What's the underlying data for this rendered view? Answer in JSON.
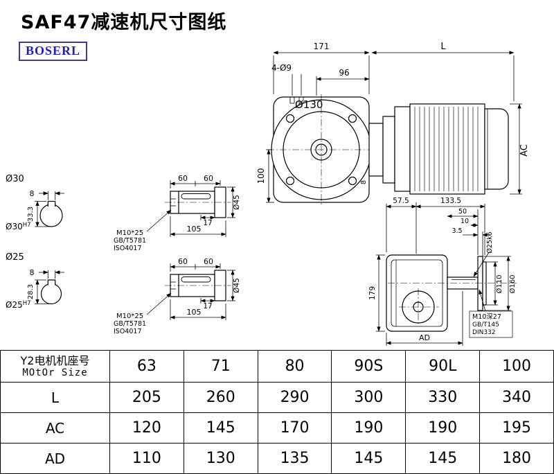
{
  "page": {
    "title": "SAF47减速机尺寸图纸",
    "brand": "BOSERL"
  },
  "front_view": {
    "dim_width_gearbox": "171",
    "dim_motor_length": "L",
    "dim_96": "96",
    "dim_holes": "4-Ø9",
    "dim_flange": "Ø130",
    "dim_height": "100",
    "dim_motor_height": "AC",
    "dim_8": "8"
  },
  "shaft_section_30": {
    "label": "Ø30",
    "key_width": "8",
    "key_height": "33.3",
    "bore": "Ø30",
    "tolerance": "H7"
  },
  "shaft_section_25": {
    "label": "Ø25",
    "key_width": "8",
    "key_height": "28.3",
    "bore": "Ø25",
    "tolerance": "H7"
  },
  "shaft_detail_upper": {
    "dim_60_left": "60",
    "dim_60_right": "60",
    "dim_key": "17",
    "dim_total": "105",
    "dim_dia": "Ø45",
    "screw": "M10*25",
    "screw_std": "GB/T5781",
    "screw_iso": "ISO4017"
  },
  "shaft_detail_lower": {
    "dim_60_left": "60",
    "dim_60_right": "60",
    "dim_key": "17",
    "dim_total": "105",
    "dim_dia": "Ø45",
    "screw": "M10*25",
    "screw_std": "GB/T5781",
    "screw_iso": "ISO4017"
  },
  "side_view": {
    "dim_57_5": "57.5",
    "dim_133_5": "133.5",
    "dim_50": "50",
    "dim_10": "10",
    "dim_3_5": "3.5",
    "dim_shaft": "Ø25k6",
    "dim_spigot": "Ø110",
    "dim_flange": "Ø160",
    "dim_height": "179",
    "dim_ad": "AD",
    "tap": "M10深27",
    "tap_std": "GB/T145",
    "tap_din": "DIN332"
  },
  "table": {
    "header_cn": "Y2电机机座号",
    "header_en": "MOtOr Size",
    "sizes": [
      "63",
      "71",
      "80",
      "90S",
      "90L",
      "100"
    ],
    "rows": [
      {
        "label": "L",
        "values": [
          "205",
          "260",
          "290",
          "300",
          "330",
          "340"
        ]
      },
      {
        "label": "AC",
        "values": [
          "120",
          "145",
          "170",
          "190",
          "190",
          "195"
        ]
      },
      {
        "label": "AD",
        "values": [
          "110",
          "130",
          "135",
          "145",
          "145",
          "180"
        ]
      }
    ]
  }
}
